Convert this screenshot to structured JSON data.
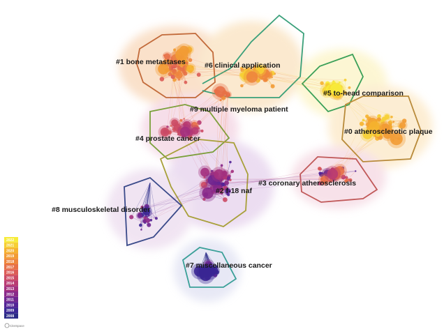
{
  "clusters": [
    {
      "id": "c1",
      "label": "#1 bone metastases",
      "color": "#ee8a3c"
    },
    {
      "id": "c6",
      "label": "#6 clinical application",
      "color": "#f3a53a"
    },
    {
      "id": "c9",
      "label": "#9 multiple myeloma patient",
      "color": "#e98440"
    },
    {
      "id": "c5",
      "label": "#5 to-head comparison",
      "color": "#f5d12e"
    },
    {
      "id": "c0",
      "label": "#0 atherosclerotic plaque",
      "color": "#f5b52f"
    },
    {
      "id": "c4",
      "label": "#4 prostate cancer",
      "color": "#c8457a"
    },
    {
      "id": "c2",
      "label": "#2 f-18 naf",
      "color": "#8a3395"
    },
    {
      "id": "c3",
      "label": "#3 coronary atherosclerosis",
      "color": "#d0535f"
    },
    {
      "id": "c8",
      "label": "#8 musculoskeletal disorder",
      "color": "#7a2e8e"
    },
    {
      "id": "c7",
      "label": "#7 miscellaneous cancer",
      "color": "#2e3a8c"
    }
  ],
  "legend": {
    "years": [
      "2022",
      "2021",
      "2020",
      "2019",
      "2018",
      "2017",
      "2016",
      "2015",
      "2014",
      "2013",
      "2012",
      "2011",
      "2010",
      "2009",
      "2008"
    ],
    "colors": [
      "#f7ec3a",
      "#f6cf33",
      "#f5b22f",
      "#f29b34",
      "#ee853d",
      "#e77048",
      "#dc5c56",
      "#cc4a64",
      "#b93b72",
      "#a3307e",
      "#8a2989",
      "#6f2590",
      "#532396",
      "#3a2694",
      "#2a2a86"
    ]
  },
  "logo": {
    "text": "CiteSpace"
  }
}
